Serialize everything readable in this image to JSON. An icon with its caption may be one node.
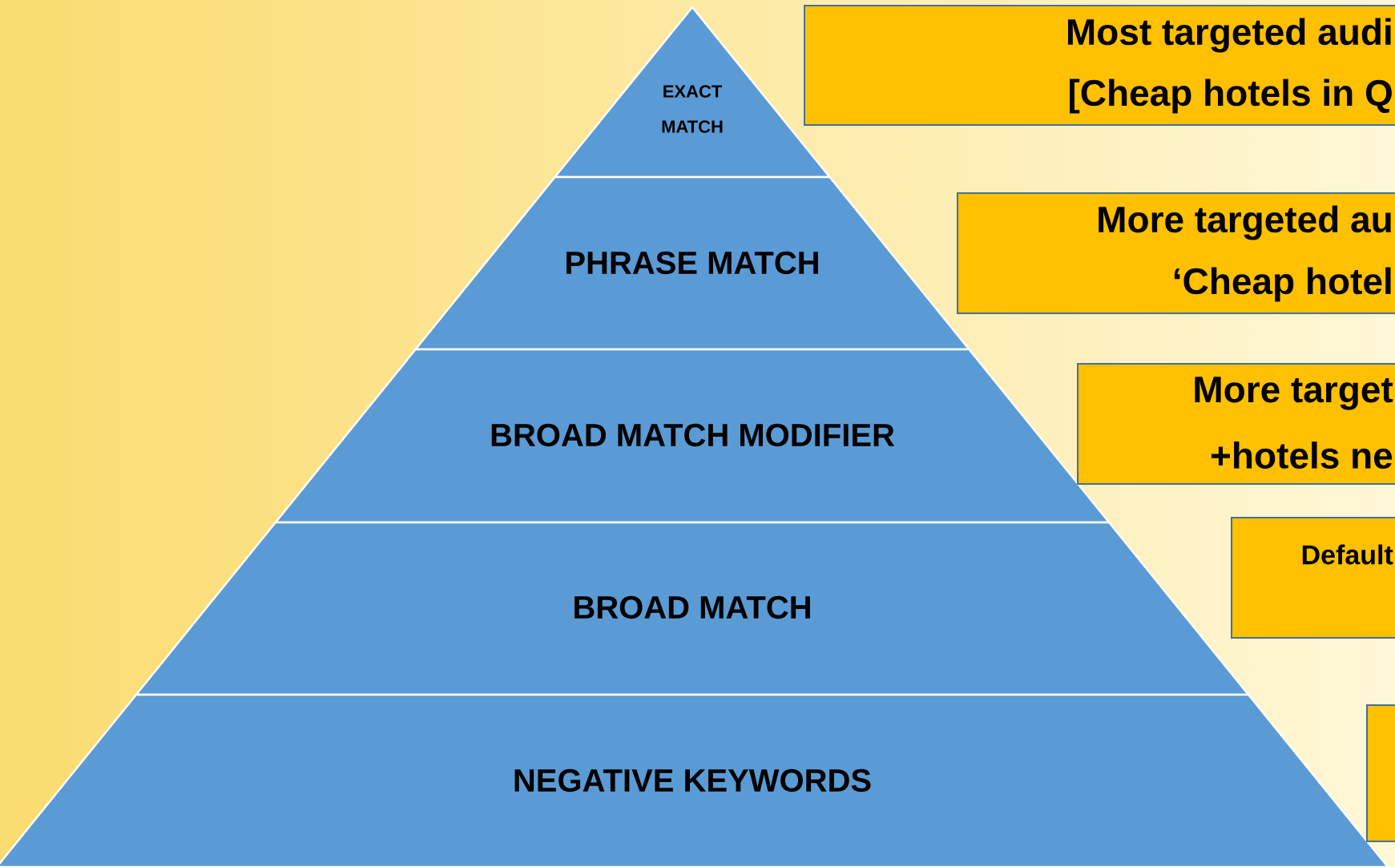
{
  "diagram": {
    "nodes": [
      {
        "text": [
          "EXACT MATCH"
        ]
      },
      {
        "text": [
          "PHRASE MATCH"
        ]
      },
      {
        "text": [
          "BROAD MATCH MODIFIER"
        ]
      },
      {
        "text": [
          "BROAD MATCH"
        ]
      },
      {
        "text": [
          "NEGATIVE KEYWORDS"
        ]
      },
      {
        "text": [
          "Most targeted audi",
          "[Cheap hotels in Q"
        ]
      },
      {
        "text": [
          "More targeted au",
          "‘Cheap hotel"
        ]
      },
      {
        "text": [
          "More target",
          "+hotels ne"
        ]
      },
      {
        "text": [
          "Default"
        ]
      },
      {
        "text": [],
        "shape": "box"
      }
    ]
  }
}
